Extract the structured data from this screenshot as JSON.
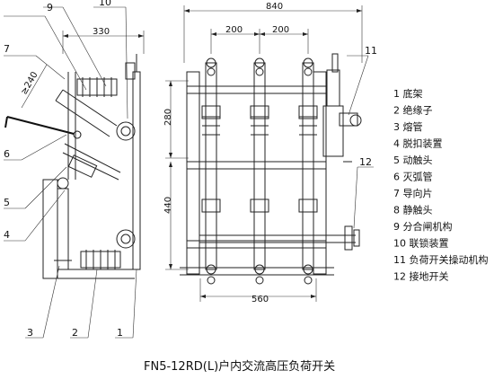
{
  "dimensions": {
    "side_width": "330",
    "side_height": "≥240",
    "front_width": "840",
    "phase_gap_1": "200",
    "phase_gap_2": "200",
    "height_upper": "280",
    "height_total": "440",
    "base_width": "560"
  },
  "side_callouts": {
    "c1": "1",
    "c2": "2",
    "c3": "3",
    "c4": "4",
    "c5": "5",
    "c6": "6",
    "c7": "7",
    "c9": "9",
    "c10": "10"
  },
  "front_callouts": {
    "c11": "11",
    "c12": "12"
  },
  "legend": [
    {
      "num": "1",
      "label": "底架"
    },
    {
      "num": "2",
      "label": "绝缘子"
    },
    {
      "num": "3",
      "label": "熔管"
    },
    {
      "num": "4",
      "label": "脱扣装置"
    },
    {
      "num": "5",
      "label": "动触头"
    },
    {
      "num": "6",
      "label": "灭弧管"
    },
    {
      "num": "7",
      "label": "导向片"
    },
    {
      "num": "8",
      "label": "静触头"
    },
    {
      "num": "9",
      "label": "分合闸机构"
    },
    {
      "num": "10",
      "label": "联锁装置"
    },
    {
      "num": "11",
      "label": "负荷开关操动机构"
    },
    {
      "num": "12",
      "label": "接地开关"
    }
  ],
  "caption": "FN5-12RD(L)户内交流高压负荷开关"
}
